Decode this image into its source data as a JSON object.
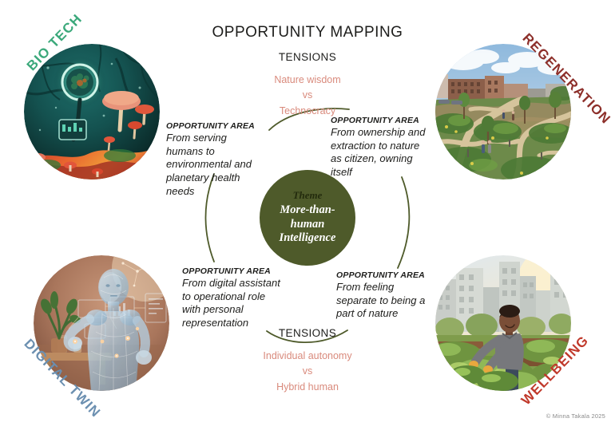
{
  "page": {
    "title": "OPPORTUNITY MAPPING",
    "copyright": "© Minna Takala 2025",
    "background_color": "#ffffff"
  },
  "theme": {
    "kicker": "Theme",
    "name": "More-than-human Intelligence",
    "circle_color": "#4e5a2a",
    "kicker_color": "#232b0d",
    "name_color": "#ffffff"
  },
  "tensions": [
    {
      "position": "top",
      "label": "TENSIONS",
      "left": "Nature wisdom",
      "connector": "vs",
      "right": "Technocracy",
      "color": "#d98a7c"
    },
    {
      "position": "bottom",
      "label": "TENSIONS",
      "left": "Individual autonomy",
      "connector": "vs",
      "right": "Hybrid human",
      "color": "#d98a7c"
    }
  ],
  "opportunity_areas": [
    {
      "id": "top-left",
      "heading": "OPPORTUNITY AREA",
      "body": "From serving humans to environmental and planetary health needs"
    },
    {
      "id": "top-right",
      "heading": "OPPORTUNITY AREA",
      "body": "From ownership and extraction to nature as citizen, owning itself"
    },
    {
      "id": "bottom-left",
      "heading": "OPPORTUNITY AREA",
      "body": "From digital assistant to operational role with personal representation"
    },
    {
      "id": "bottom-right",
      "heading": "OPPORTUNITY AREA",
      "body": "From feeling separate to being a part of nature"
    }
  ],
  "quadrants": [
    {
      "id": "bio-tech",
      "label": "BIO TECH",
      "label_color": "#3aa87a",
      "image_alt": "bio-tech-photo",
      "image_description": "Dark teal bioluminescent forest with glowing ring device and orange mushrooms"
    },
    {
      "id": "regeneration",
      "label": "REGENERATION",
      "label_color": "#8d2f2a",
      "image_alt": "regeneration-photo",
      "image_description": "Urban regenerative park with winding paths, planted beds and apartment buildings"
    },
    {
      "id": "digital-twin",
      "label": "DIGITAL TWIN",
      "label_color": "#6b8fb0",
      "image_alt": "digital-twin-photo",
      "image_description": "Translucent digital human avatar with data overlays in a warm-lit room"
    },
    {
      "id": "wellbeing",
      "label": "WELLBEING",
      "label_color": "#c0392b",
      "image_alt": "wellbeing-photo",
      "image_description": "Person tending a raised-bed rooftop vegetable garden in front of a city skyline"
    }
  ],
  "arcs": {
    "color": "#4e5a2a",
    "count": 4,
    "description": "Four olive-green arcs linking the four opportunity areas around the central theme circle"
  }
}
